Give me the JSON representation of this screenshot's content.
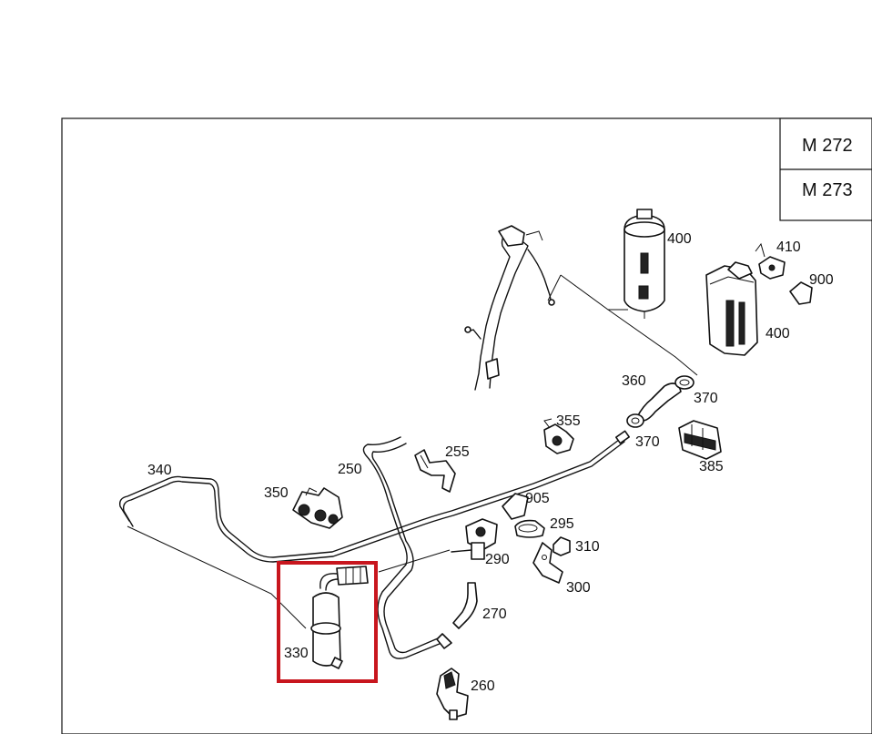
{
  "engine_codes": [
    "M 272",
    "M 273"
  ],
  "callouts": {
    "p340": "340",
    "p350": "350",
    "p250": "250",
    "p255": "255",
    "p355": "355",
    "p360": "360",
    "p370a": "370",
    "p370b": "370",
    "p385": "385",
    "p400a": "400",
    "p400b": "400",
    "p410": "410",
    "p900": "900",
    "p905": "905",
    "p295": "295",
    "p310": "310",
    "p300": "300",
    "p290": "290",
    "p270": "270",
    "p330": "330",
    "p260": "260"
  },
  "highlight": {
    "part": "330",
    "color": "#c8161e"
  }
}
